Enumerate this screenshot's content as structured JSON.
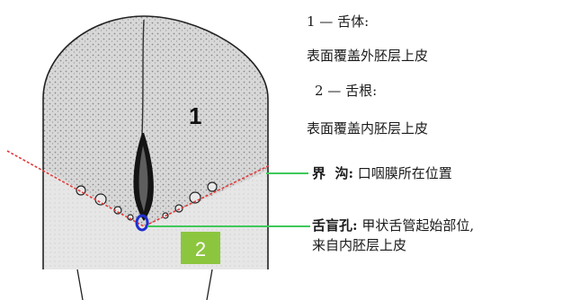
{
  "diagram": {
    "region_labels": {
      "body": "1",
      "root": "2"
    },
    "colors": {
      "body_fill": "#d4d4d4",
      "root_fill": "#e3e3e3",
      "outline": "#222222",
      "sulcus_line": "#e23a3a",
      "connector_line": "#3fc95a",
      "root_badge": "#8cc63f",
      "foramen_marker": "#1f2fd0"
    }
  },
  "legend": {
    "body_title": "1 — 舌体:",
    "body_desc": "表面覆盖外胚层上皮",
    "root_title": "2 — 舌根:",
    "root_desc": "表面覆盖内胚层上皮"
  },
  "callouts": {
    "sulcus_term": "界  沟:",
    "sulcus_desc": "口咽膜所在位置",
    "foramen_term": "舌盲孔:",
    "foramen_desc_1": "甲状舌管起始部位,",
    "foramen_desc_2": "来自内胚层上皮"
  }
}
